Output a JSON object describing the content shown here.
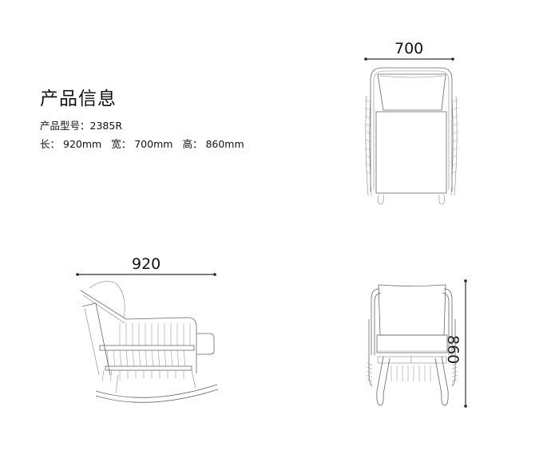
{
  "product_info": {
    "title": "产品信息",
    "model_label": "产品型号：",
    "model_value": "2385R",
    "length_label": "长：",
    "length_value": "920mm",
    "width_label": "宽：",
    "width_value": "700mm",
    "height_label": "高：",
    "height_value": "860mm"
  },
  "drawings": {
    "top_view": {
      "dimension": "700"
    },
    "side_view": {
      "dimension": "920"
    },
    "front_view": {
      "dimension": "860"
    }
  }
}
